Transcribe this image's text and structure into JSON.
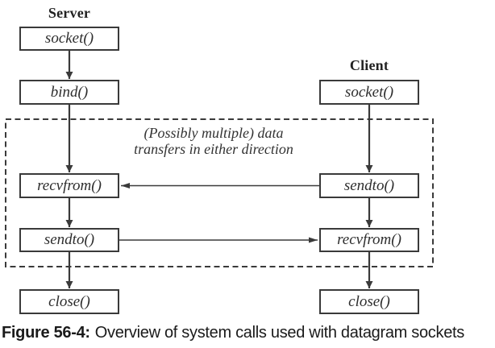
{
  "figure": {
    "server": {
      "label": "Server",
      "calls": [
        "socket()",
        "bind()",
        "recvfrom()",
        "sendto()",
        "close()"
      ]
    },
    "client": {
      "label": "Client",
      "calls": [
        "socket()",
        "sendto()",
        "recvfrom()",
        "close()"
      ]
    },
    "annotation": {
      "line1": "(Possibly multiple) data",
      "line2": "transfers in either direction"
    },
    "colors": {
      "line": "#3a3a3a",
      "box_border": "#3a3a3a",
      "text": "#2d2d2d",
      "background": "#ffffff"
    }
  },
  "caption": {
    "label": "Figure 56-4:",
    "text": "Overview of system calls used with datagram sockets"
  }
}
